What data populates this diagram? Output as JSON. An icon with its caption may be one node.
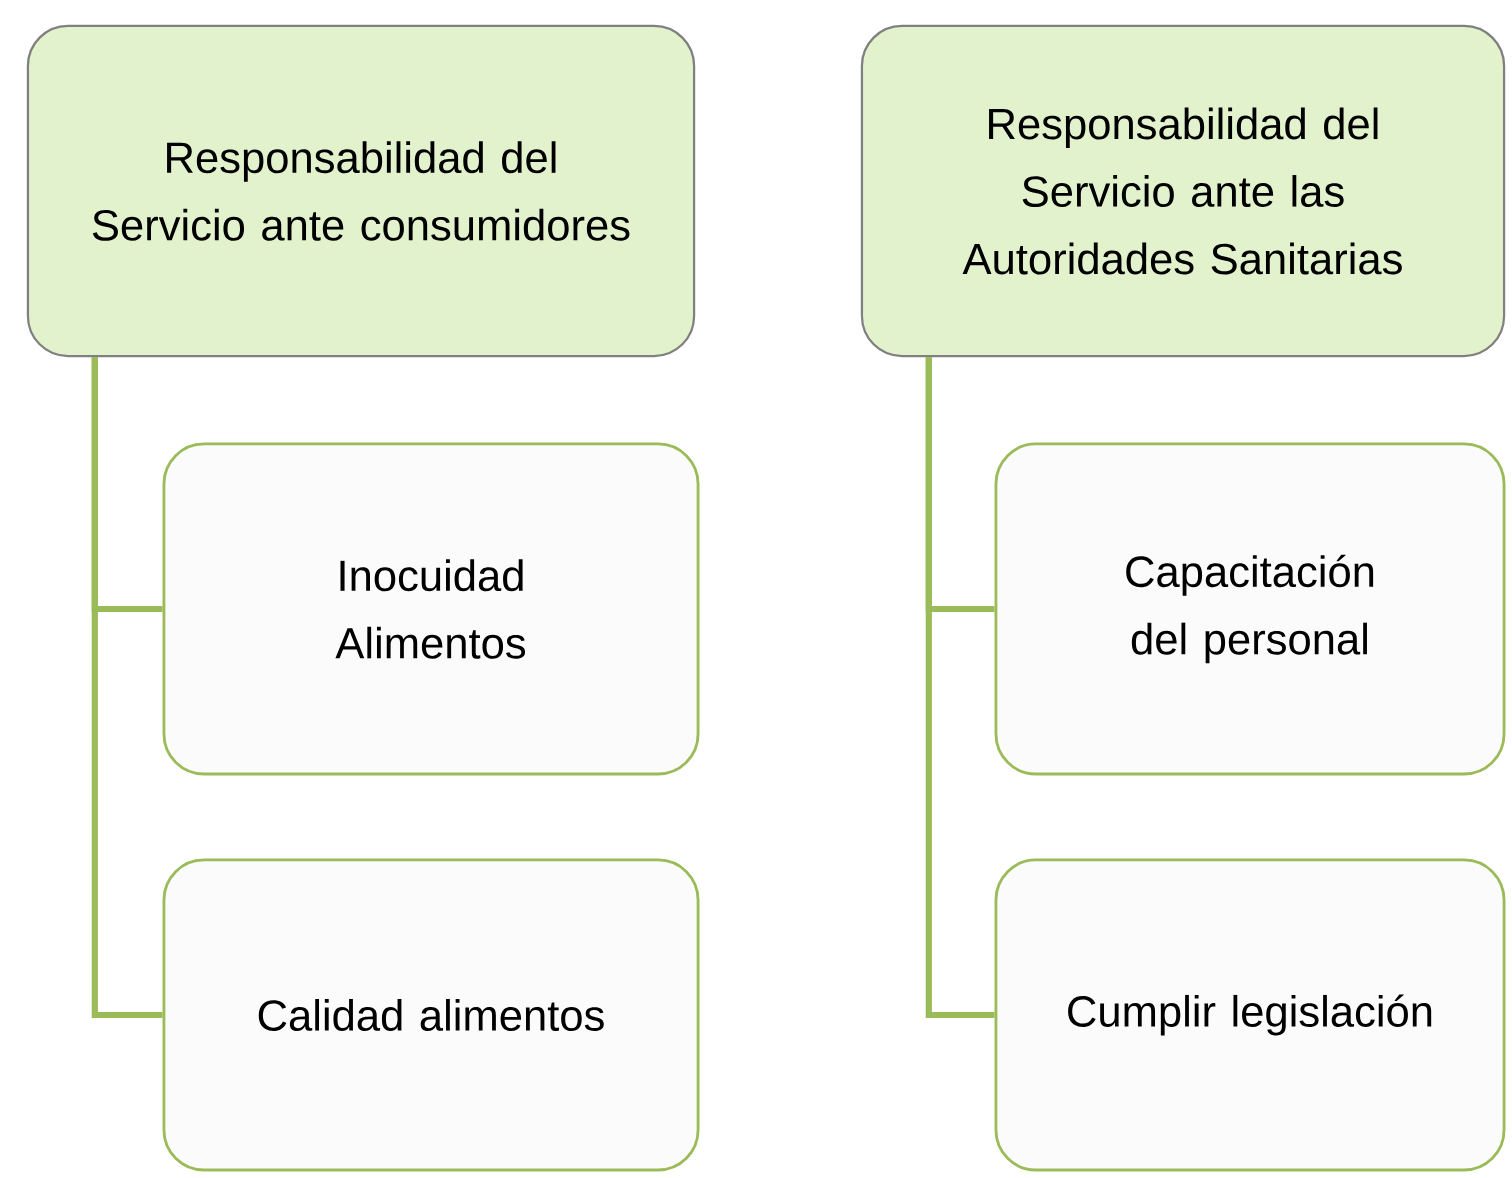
{
  "diagram": {
    "nodes": [
      {
        "text": [
          "Responsabilidad del Servicio ante consumidores"
        ]
      },
      {
        "text": [
          "Inocuidad Alimentos"
        ]
      },
      {
        "text": [
          "Calidad alimentos"
        ]
      },
      {
        "text": [
          "Responsabilidad del Servicio ante las Autoridades Sanitarias"
        ]
      },
      {
        "text": [
          "Capacitación del personal"
        ]
      },
      {
        "text": [
          "Cumplir legislación"
        ]
      }
    ],
    "edges": [
      {
        "from": 0,
        "to": 1,
        "arrow": "none"
      },
      {
        "from": 0,
        "to": 2,
        "arrow": "none"
      },
      {
        "from": 3,
        "to": 4,
        "arrow": "none"
      },
      {
        "from": 3,
        "to": 5,
        "arrow": "none"
      }
    ]
  }
}
